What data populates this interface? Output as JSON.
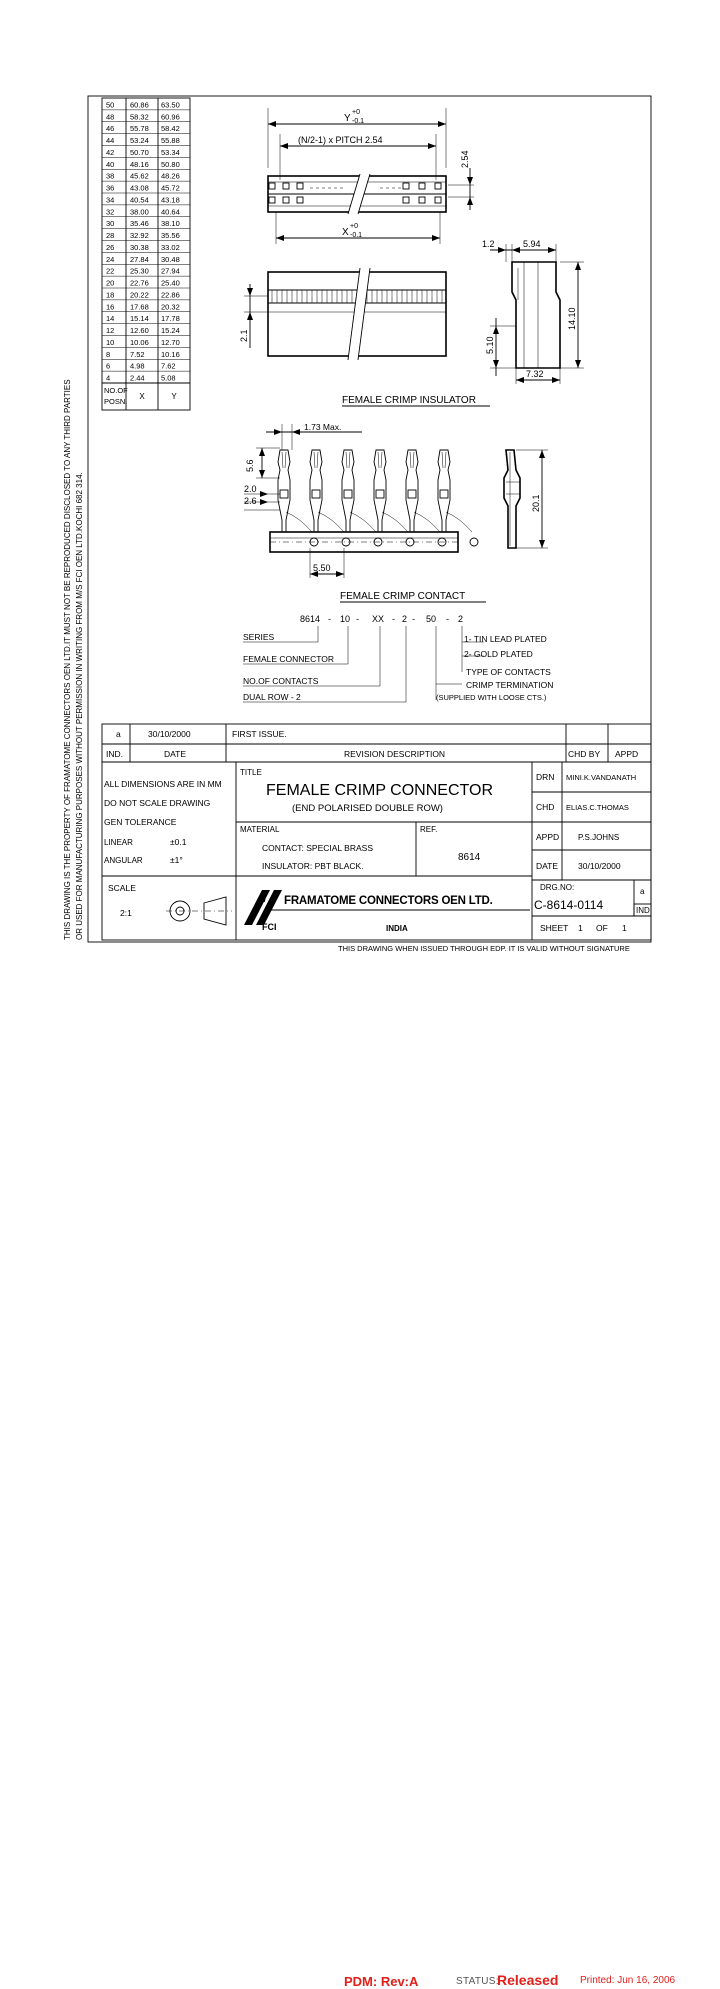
{
  "table": {
    "rows": [
      [
        "50",
        "60.86",
        "63.50"
      ],
      [
        "48",
        "58.32",
        "60.96"
      ],
      [
        "46",
        "55.78",
        "58.42"
      ],
      [
        "44",
        "53.24",
        "55.88"
      ],
      [
        "42",
        "50.70",
        "53.34"
      ],
      [
        "40",
        "48.16",
        "50.80"
      ],
      [
        "38",
        "45.62",
        "48.26"
      ],
      [
        "36",
        "43.08",
        "45.72"
      ],
      [
        "34",
        "40.54",
        "43.18"
      ],
      [
        "32",
        "38.00",
        "40.64"
      ],
      [
        "30",
        "35.46",
        "38.10"
      ],
      [
        "28",
        "32.92",
        "35.56"
      ],
      [
        "26",
        "30.38",
        "33.02"
      ],
      [
        "24",
        "27.84",
        "30.48"
      ],
      [
        "22",
        "25.30",
        "27.94"
      ],
      [
        "20",
        "22.76",
        "25.40"
      ],
      [
        "18",
        "20.22",
        "22.86"
      ],
      [
        "16",
        "17.68",
        "20.32"
      ],
      [
        "14",
        "15.14",
        "17.78"
      ],
      [
        "12",
        "12.60",
        "15.24"
      ],
      [
        "10",
        "10.06",
        "12.70"
      ],
      [
        "8",
        "7.52",
        "10.16"
      ],
      [
        "6",
        "4.98",
        "7.62"
      ],
      [
        "4",
        "2.44",
        "5.08"
      ]
    ],
    "header_posn": [
      "NO.OF",
      "POSN."
    ],
    "header_x": "X",
    "header_y": "Y"
  },
  "side_note": {
    "line1": "THIS DRAWING IS THE PROPERTY OF FRAMATOME CONNECTORS OEN LTD.IT MUST NOT BE REPRODUCED DISCLOSED TO ANY THIRD PARTIES",
    "line2": "OR USED FOR MANUFACTURING PURPOSES WITHOUT PERMISSION IN WRITING FROM M/S FCI OEN LTD.KOCHI 682 314."
  },
  "insulator": {
    "dim_y": "Y",
    "tol_plus": "+0",
    "tol_minus": "-0.1",
    "dim_pitch": "(N/2-1) x PITCH 2.54",
    "dim_254": "2.54",
    "dim_x": "X",
    "dim_21": "2.1",
    "dim_12": "1.2",
    "dim_594": "5.94",
    "dim_1410": "14.10",
    "dim_510": "5.10",
    "dim_732": "7.32",
    "caption": "FEMALE CRIMP INSULATOR"
  },
  "contact": {
    "dim_173": "1.73 Max.",
    "dim_56": "5.6",
    "dim_20": "2.0",
    "dim_26": "2.6",
    "dim_201": "20.1",
    "dim_550": "5.50",
    "caption": "FEMALE CRIMP CONTACT"
  },
  "partcode": {
    "code": [
      "8614",
      "-",
      "10",
      "-",
      "XX",
      "-",
      "2",
      "-",
      "50",
      "-",
      "2"
    ],
    "series": "SERIES",
    "female": "FEMALE CONNECTOR",
    "noof": "NO.OF CONTACTS",
    "dual": "DUAL ROW - 2",
    "opt1": "1- TIN LEAD PLATED",
    "opt2": "2- GOLD PLATED",
    "type": "TYPE OF CONTACTS",
    "crimp": "CRIMP TERMINATION",
    "supplied": "(SUPPLIED WITH LOOSE CTS.)"
  },
  "revision": {
    "ind": "a",
    "date": "30/10/2000",
    "desc": "FIRST ISSUE.",
    "h_ind": "IND.",
    "h_date": "DATE",
    "h_desc": "REVISION DESCRIPTION",
    "h_chd": "CHD BY",
    "h_appd": "APPD"
  },
  "titleblock": {
    "dims_note": "ALL DIMENSIONS ARE IN MM",
    "no_scale": "DO NOT SCALE DRAWING",
    "gen_tol": "GEN TOLERANCE",
    "linear_label": "LINEAR",
    "linear_val": "±0.1",
    "angular_label": "ANGULAR",
    "angular_val": "±1°",
    "title_label": "TITLE",
    "title": "FEMALE CRIMP CONNECTOR",
    "subtitle": "(END POLARISED DOUBLE ROW)",
    "material_label": "MATERIAL",
    "contact_mat": "CONTACT: SPECIAL BRASS",
    "insulator_mat": "INSULATOR: PBT BLACK.",
    "ref_label": "REF.",
    "ref_val": "8614",
    "drn_label": "DRN",
    "drn_val": "MINI.K.VANDANATH",
    "chd_label": "CHD",
    "chd_val": "ELIAS.C.THOMAS",
    "appd_label": "APPD",
    "appd_val": "P.S.JOHNS",
    "date_label": "DATE",
    "date_val": "30/10/2000",
    "scale_label": "SCALE",
    "scale_val": "2:1",
    "company": "FRAMATOME CONNECTORS OEN LTD.",
    "fci": "FCI",
    "india": "INDIA",
    "drgno_label": "DRG.NO:",
    "drgno": "C-8614-0114",
    "rev": "a",
    "ind": "IND",
    "sheet_label": "SHEET",
    "sheet_val": "1",
    "of_label": "OF",
    "of_val": "1",
    "footer": "THIS DRAWING WHEN ISSUED THROUGH EDP. IT IS VALID WITHOUT SIGNATURE"
  },
  "status": {
    "pdm": "PDM: Rev:A",
    "status_label": "STATUS:",
    "status_value": "Released",
    "printed": "Printed: Jun 16, 2006"
  }
}
